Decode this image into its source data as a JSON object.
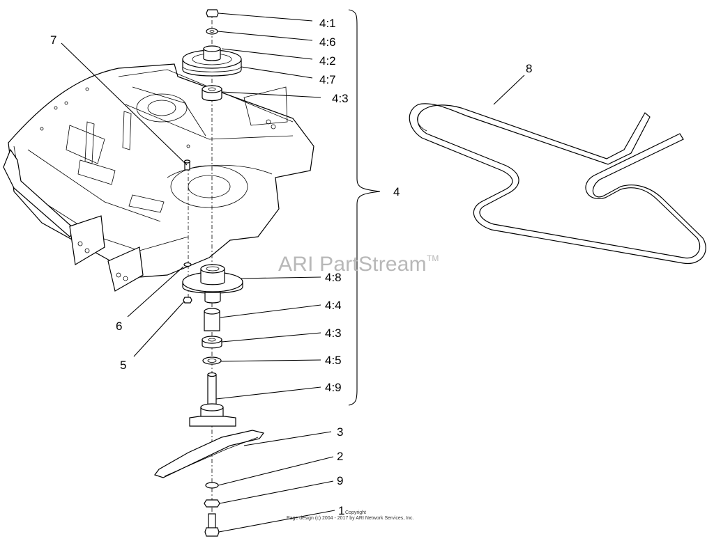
{
  "callouts": {
    "c4_1": "4:1",
    "c4_6": "4:6",
    "c4_2": "4:2",
    "c4_7": "4:7",
    "c4_3a": "4:3",
    "c4": "4",
    "c4_8": "4:8",
    "c4_4": "4:4",
    "c4_3b": "4:3",
    "c4_5": "4:5",
    "c4_9": "4:9",
    "c7": "7",
    "c6": "6",
    "c5": "5",
    "c8": "8",
    "c3": "3",
    "c2": "2",
    "c9": "9",
    "c1": "1"
  },
  "watermark": {
    "text": "ARI PartStream",
    "mark": "TM"
  },
  "copyright": {
    "line1": "Copyright",
    "line2": "Page design (c) 2004 - 2017 by ARI Network Services, Inc."
  }
}
